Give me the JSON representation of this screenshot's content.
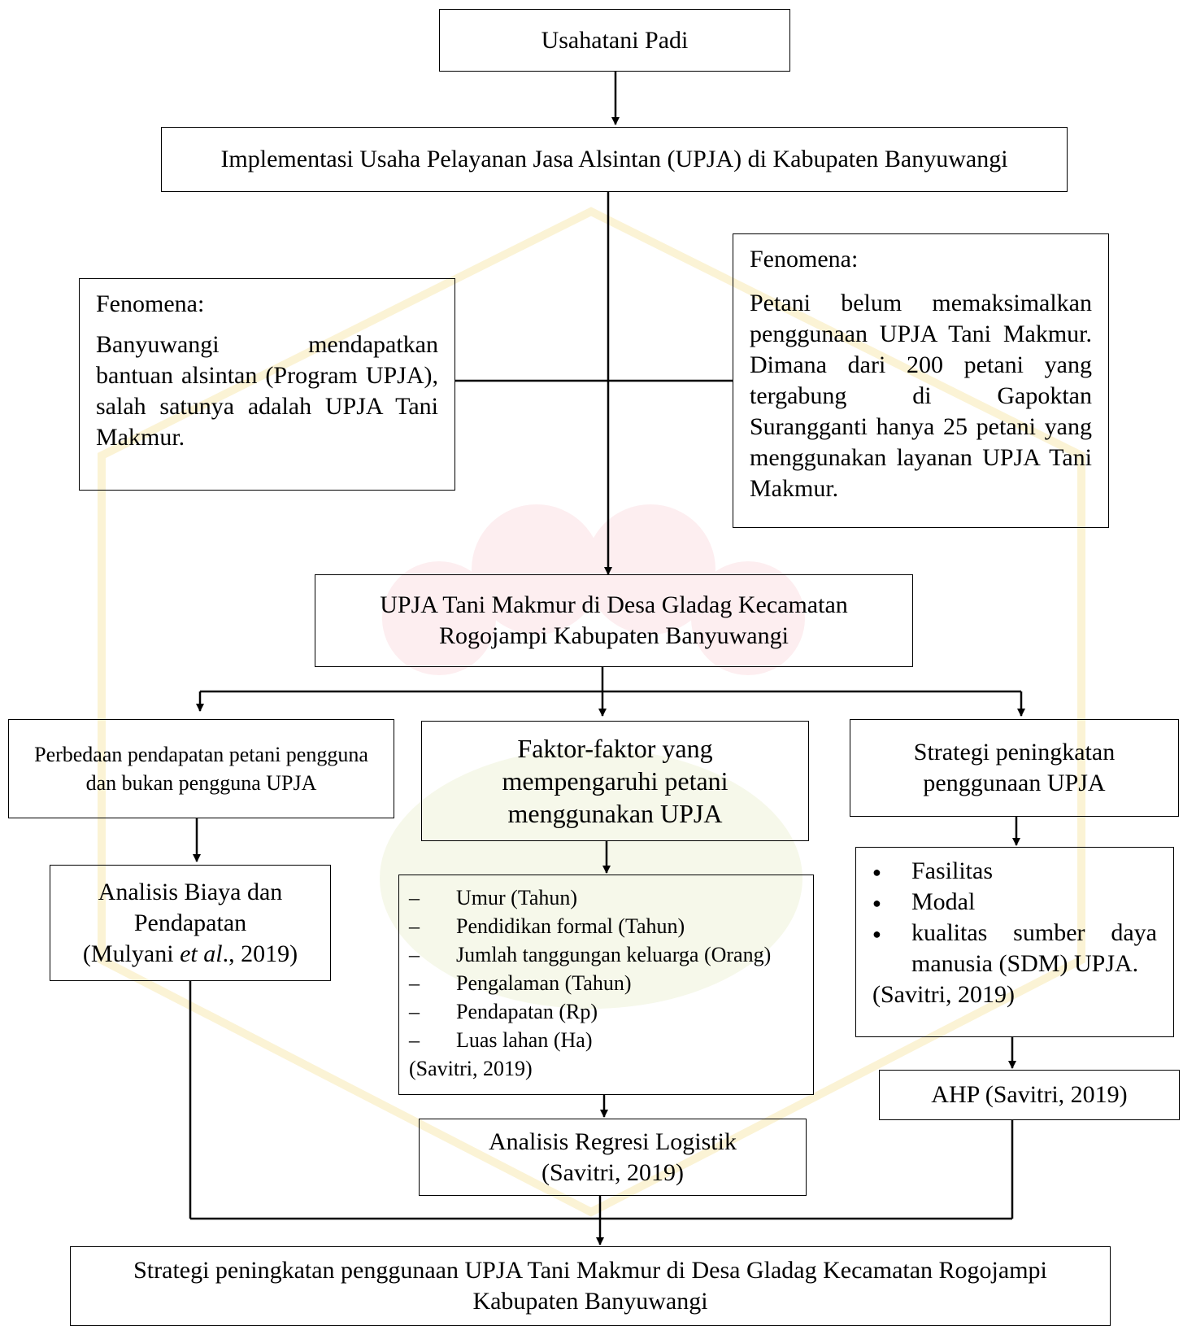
{
  "diagram": {
    "top": "Usahatani Padi",
    "implementation": "Implementasi Usaha Pelayanan Jasa Alsintan (UPJA) di Kabupaten Banyuwangi",
    "fenomena_left": {
      "heading": "Fenomena:",
      "body": "Banyuwangi mendapatkan bantuan alsintan (Program UPJA), salah satunya adalah UPJA Tani Makmur."
    },
    "fenomena_right": {
      "heading": "Fenomena:",
      "body": "Petani belum memaksimalkan penggunaan UPJA Tani Makmur. Dimana dari 200 petani yang tergabung di Gapoktan Surangganti hanya 25 petani yang menggunakan layanan UPJA Tani Makmur."
    },
    "upja_line1": "UPJA Tani Makmur di Desa Gladag Kecamatan",
    "upja_line2": "Rogojampi Kabupaten Banyuwangi",
    "branch_left": "Perbedaan pendapatan petani pengguna dan bukan pengguna UPJA",
    "branch_mid": "Faktor-faktor yang mempengaruhi petani menggunakan UPJA",
    "branch_right": "Strategi peningkatan penggunaan UPJA",
    "analysis_left": {
      "line1": "Analisis Biaya dan",
      "line2": "Pendapatan",
      "cite_pre": "(Mulyani ",
      "cite_em": "et al",
      "cite_post": "., 2019)"
    },
    "factors": {
      "items": [
        "Umur (Tahun)",
        "Pendidikan formal (Tahun)",
        "Jumlah tanggungan keluarga (Orang)",
        "Pengalaman (Tahun)",
        "Pendapatan (Rp)",
        "Luas lahan (Ha)"
      ],
      "cite": "(Savitri, 2019)"
    },
    "strategy_items": {
      "items": [
        "Fasilitas",
        "Modal",
        "kualitas sumber daya manusia (SDM) UPJA."
      ],
      "cite": "(Savitri, 2019)"
    },
    "regression_line1": "Analisis Regresi Logistik",
    "regression_line2": "(Savitri, 2019)",
    "ahp": "AHP (Savitri, 2019)",
    "final": "Strategi peningkatan penggunaan UPJA Tani Makmur di Desa Gladag Kecamatan Rogojampi Kabupaten Banyuwangi"
  }
}
